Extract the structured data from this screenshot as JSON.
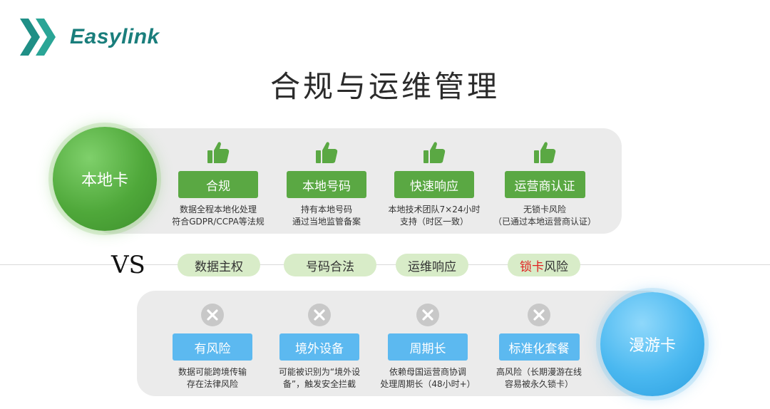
{
  "brand": {
    "name": "Easylink",
    "color": "#1a7e7c"
  },
  "title": "合规与运维管理",
  "local_card": {
    "label": "本地卡",
    "color": "#5aa843",
    "items": [
      {
        "tag": "合规",
        "desc_lines": [
          "数据全程本地化处理",
          "符合GDPR/CCPA等法规"
        ],
        "icon": "thumbs-up-icon"
      },
      {
        "tag": "本地号码",
        "desc_lines": [
          "持有本地号码",
          "通过当地监管备案"
        ],
        "icon": "thumbs-up-icon"
      },
      {
        "tag": "快速响应",
        "desc_lines": [
          "本地技术团队7×24小时",
          "支持（时区一致）"
        ],
        "icon": "thumbs-up-icon"
      },
      {
        "tag": "运营商认证",
        "desc_lines": [
          "无锁卡风险",
          "（已通过本地运营商认证）"
        ],
        "icon": "thumbs-up-icon"
      }
    ]
  },
  "vs_label": "VS",
  "categories": [
    {
      "text": "数据主权"
    },
    {
      "text": "号码合法"
    },
    {
      "text": "运维响应"
    },
    {
      "text_red": "锁卡",
      "text_rest": "风险"
    }
  ],
  "roaming_card": {
    "label": "漫游卡",
    "color": "#5cb9f0",
    "items": [
      {
        "tag": "有风险",
        "desc_lines": [
          "数据可能跨境传输",
          "存在法律风险"
        ],
        "icon": "x-circle-icon"
      },
      {
        "tag": "境外设备",
        "desc_lines": [
          "可能被识别为“境外设",
          "备”，触发安全拦截"
        ],
        "icon": "x-circle-icon"
      },
      {
        "tag": "周期长",
        "desc_lines": [
          "依赖母国运营商协调",
          "处理周期长（48小时+）"
        ],
        "icon": "x-circle-icon"
      },
      {
        "tag": "标准化套餐",
        "desc_lines": [
          "高风险（长期漫游在线",
          "容易被永久锁卡）"
        ],
        "icon": "x-circle-icon"
      }
    ]
  }
}
